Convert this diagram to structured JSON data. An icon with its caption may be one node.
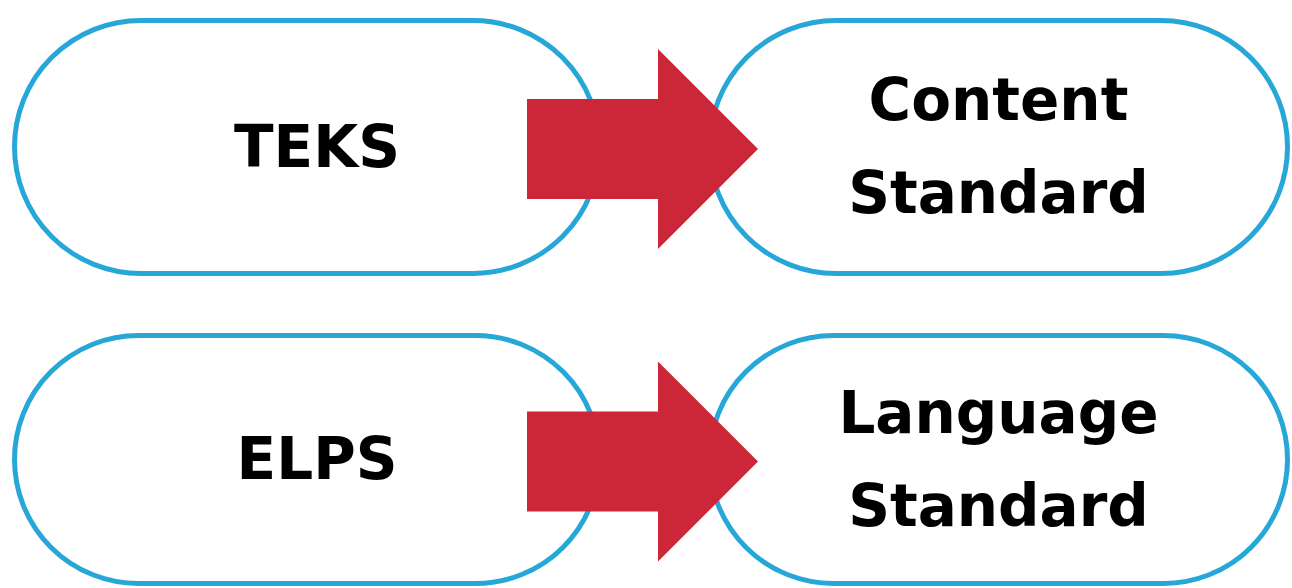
{
  "diagram": {
    "nodes": [
      {
        "text": [
          "TEKS"
        ]
      },
      {
        "text": [
          "Content Standard"
        ]
      },
      {
        "text": [
          "ELPS"
        ]
      },
      {
        "text": [
          "Language Standard"
        ]
      }
    ],
    "edges": [
      {
        "from": 0,
        "to": 1,
        "arrow": "to"
      },
      {
        "from": 2,
        "to": 3,
        "arrow": "to"
      }
    ]
  }
}
